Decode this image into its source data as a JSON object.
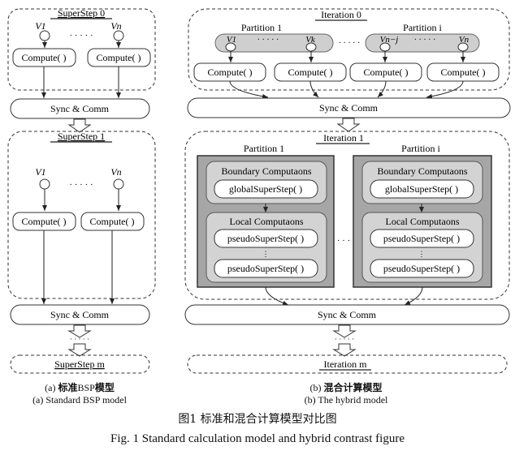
{
  "bsp": {
    "superstep0": "SuperStep 0",
    "superstep1": "SuperStep 1",
    "superstep_m": "SuperStep m",
    "v1": "V1",
    "vn": "Vn",
    "dots": "· · · · ·",
    "compute": "Compute( )",
    "sync": "Sync & Comm",
    "vdots": "· · · · ·"
  },
  "hybrid": {
    "iteration0": "Iteration 0",
    "iteration1": "Iteration 1",
    "iteration_m": "Iteration m",
    "partition1": "Partition 1",
    "partition_i": "Partition i",
    "v1": "V1",
    "vk": "Vk",
    "vnj": "Vn−j",
    "vn": "Vn",
    "dots": "· · · · ·",
    "compute": "Compute( )",
    "sync": "Sync & Comm",
    "boundary": "Boundary Computaons",
    "global_step": "globalSuperStep( )",
    "local": "Local Computaons",
    "pseudo_step": "pseudoSuperStep( )",
    "middle_dots": "· · ·"
  },
  "captions": {
    "a_zh_prefix": "(a)",
    "a_zh_bold1": "标准",
    "a_zh_mid": "BSP",
    "a_zh_bold2": "模型",
    "a_en": "(a) Standard BSP model",
    "b_zh_prefix": "(b)",
    "b_zh_bold": "混合计算模型",
    "b_en": "(b) The hybrid model",
    "fig_zh": "图1   标准和混合计算模型对比图",
    "fig_en": "Fig. 1   Standard calculation model and hybrid contrast figure"
  },
  "colors": {
    "partition_fill": "#a6a6a6",
    "node_band_fill": "#cfcfcf",
    "line": "#222222"
  }
}
